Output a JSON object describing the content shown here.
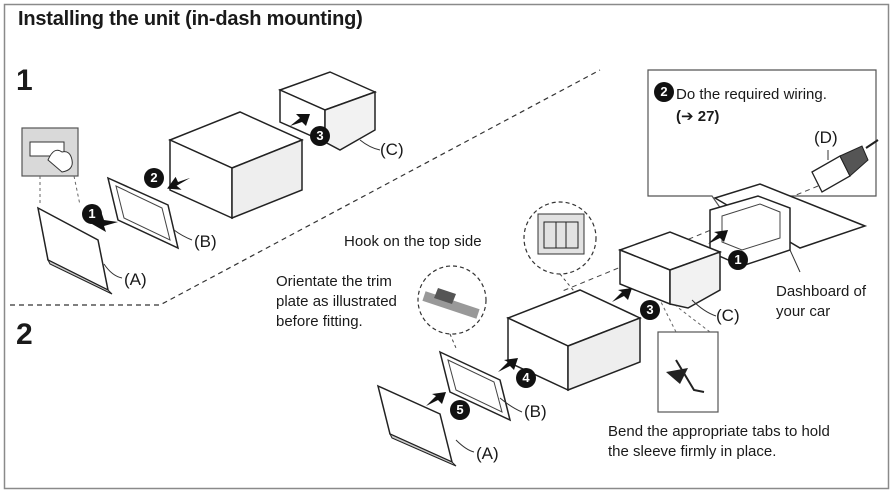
{
  "title": "Installing the unit (in-dash mounting)",
  "steps": {
    "one": "1",
    "two": "2"
  },
  "callouts": {
    "n1": "1",
    "n2": "2",
    "n3": "3",
    "n4": "4",
    "n5": "5"
  },
  "parts": {
    "a": "(A)",
    "b": "(B)",
    "c": "(C)",
    "d": "(D)"
  },
  "text": {
    "wiring_line1": "Do the required wiring.",
    "wiring_ref": "(➔ 27)",
    "hook": "Hook on the top side",
    "orient_line1": "Orientate the trim",
    "orient_line2": "plate as illustrated",
    "orient_line3": "before fitting.",
    "dash_line1": "Dashboard of",
    "dash_line2": "your car",
    "bend_line1": "Bend the appropriate tabs to hold",
    "bend_line2": "the sleeve firmly in place."
  }
}
